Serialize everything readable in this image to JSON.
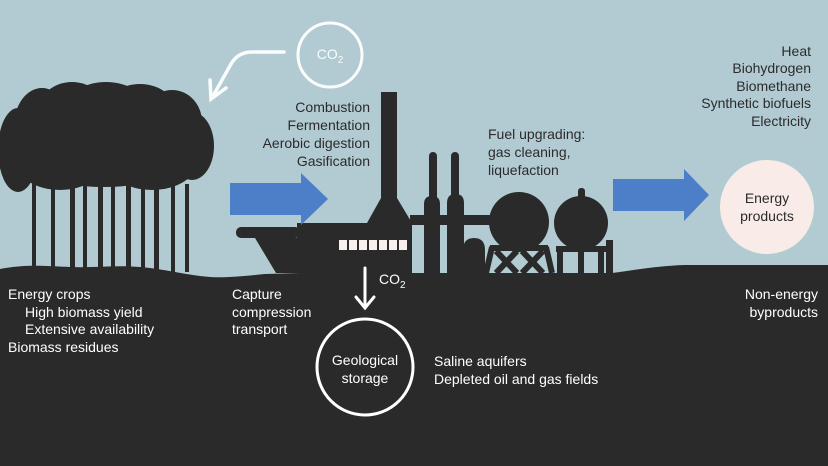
{
  "title": "Bioenergy with carbon capture and storage process diagram",
  "colors": {
    "sky": "#b2cbd3",
    "silhouette": "#2a2a2a",
    "arrow_blue": "#4d7ec8",
    "energy_circle_fill": "#f9ece8",
    "white_line": "#ffffff",
    "dark_text": "#2b2b2b",
    "window_fill": "#f7f0ef"
  },
  "co2_source_label": {
    "main": "CO",
    "sub": "2"
  },
  "co2_capture_label": {
    "main": "CO",
    "sub": "2"
  },
  "conversion_processes": {
    "lines": [
      "Combustion",
      "Fermentation",
      "Aerobic digestion",
      "Gasification"
    ]
  },
  "fuel_upgrading": {
    "lines": [
      "Fuel upgrading:",
      "gas cleaning,",
      "liquefaction"
    ]
  },
  "energy_outputs": {
    "lines": [
      "Heat",
      "Biohydrogen",
      "Biomethane",
      "Synthetic biofuels",
      "Electricity"
    ]
  },
  "energy_products_circle": {
    "line1": "Energy",
    "line2": "products"
  },
  "biomass_feedstock": {
    "lines": [
      "Energy crops",
      "High biomass yield",
      "Extensive availability",
      "Biomass residues"
    ]
  },
  "capture_chain": {
    "lines": [
      "Capture",
      "compression",
      "transport"
    ]
  },
  "geological_storage_circle": {
    "line1": "Geological",
    "line2": "storage"
  },
  "storage_sites": {
    "lines": [
      "Saline aquifers",
      "Depleted oil and gas fields"
    ]
  },
  "non_energy": {
    "lines": [
      "Non-energy",
      "byproducts"
    ]
  }
}
